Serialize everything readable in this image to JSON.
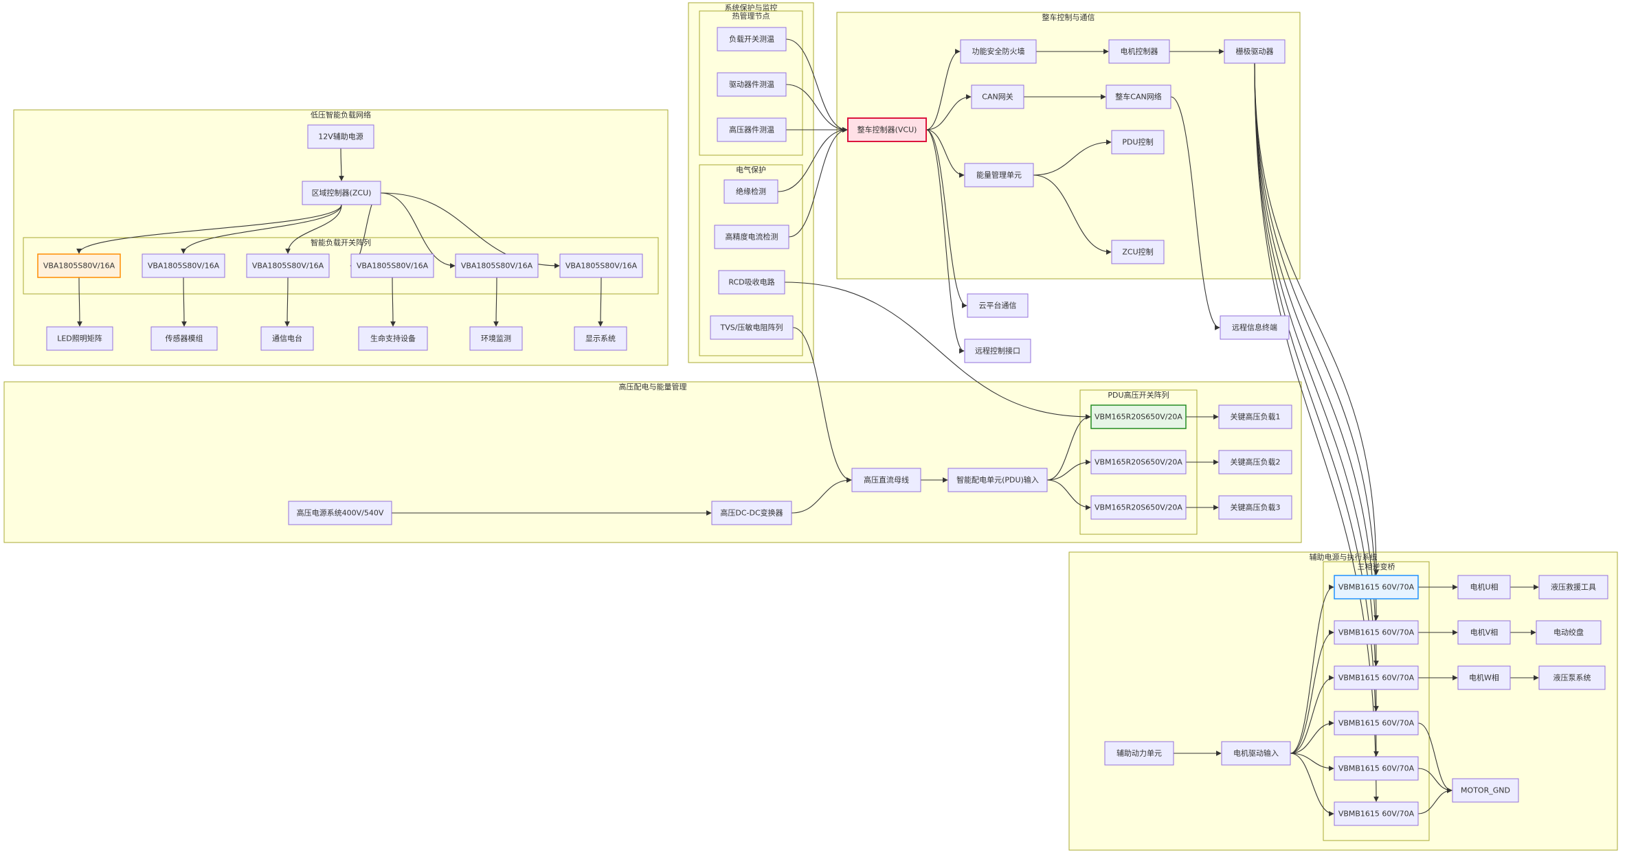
{
  "clusters": {
    "lv_network": "低压智能负载网络",
    "smart_switch_array": "智能负载开关阵列",
    "sys_protect": "系统保护与监控",
    "thermal": "热管理节点",
    "electrical": "电气保护",
    "vehicle_ctrl": "整车控制与通信",
    "hv_distribution": "高压配电与能量管理",
    "pdu_array": "PDU高压开关阵列",
    "aux_power": "辅助电源与执行系统",
    "three_phase": "三相逆变桥"
  },
  "nodes": {
    "aux12v": "12V辅助电源",
    "zcu": "区域控制器(ZCU)",
    "lvsw1": "VBA1805S80V/16A",
    "lvsw2": "VBA1805S80V/16A",
    "lvsw3": "VBA1805S80V/16A",
    "lvsw4": "VBA1805S80V/16A",
    "lvsw5": "VBA1805S80V/16A",
    "lvsw6": "VBA1805S80V/16A",
    "led": "LED照明矩阵",
    "sensor": "传感器模组",
    "radio": "通信电台",
    "life": "生命支持设备",
    "env": "环境监测",
    "display": "显示系统",
    "t_load": "负载开关测温",
    "t_drive": "驱动器件测温",
    "t_hv": "高压器件测温",
    "insul": "绝缘检测",
    "current": "高精度电流检测",
    "rcd": "RCD吸收电路",
    "tvs": "TVS/压敏电阻阵列",
    "vcu": "整车控制器(VCU)",
    "firewall": "功能安全防火墙",
    "motor_ctrl": "电机控制器",
    "gate_drv": "栅极驱动器",
    "can_gw": "CAN网关",
    "can_net": "整车CAN网络",
    "ems": "能量管理单元",
    "pdu_ctrl": "PDU控制",
    "zcu_ctrl": "ZCU控制",
    "cloud": "云平台通信",
    "remote": "远程控制接口",
    "telematics": "远程信息终端",
    "hv_bus": "高压直流母线",
    "pdu_in": "智能配电单元(PDU)输入",
    "hv_src": "高压电源系统400V/540V",
    "dcdc": "高压DC-DC变换器",
    "hvsw1": "VBM165R20S650V/20A",
    "hvsw2": "VBM165R20S650V/20A",
    "hvsw3": "VBM165R20S650V/20A",
    "hvload1": "关键高压负载1",
    "hvload2": "关键高压负载2",
    "hvload3": "关键高压负载3",
    "apu": "辅助动力单元",
    "motor_in": "电机驱动输入",
    "inv1": "VBMB1615 60V/70A",
    "inv2": "VBMB1615 60V/70A",
    "inv3": "VBMB1615 60V/70A",
    "inv4": "VBMB1615 60V/70A",
    "inv5": "VBMB1615 60V/70A",
    "inv6": "VBMB1615 60V/70A",
    "phase_u": "电机U相",
    "phase_v": "电机V相",
    "phase_w": "电机W相",
    "rescue": "液压救援工具",
    "winch": "电动绞盘",
    "pump": "液压泵系统",
    "gnd": "MOTOR_GND"
  },
  "highlight_colors": {
    "default_fill": "#ececff",
    "default_stroke": "#9370db",
    "vcu_fill": "#ffe0e6",
    "vcu_stroke": "#dc143c",
    "lv_switch_fill": "#fff1dc",
    "lv_switch_stroke": "#ff8c00",
    "hv_switch_fill": "#e6f5e6",
    "hv_switch_stroke": "#228b22",
    "inverter_fill": "#e6f3ff",
    "inverter_stroke": "#1e90ff",
    "cluster_fill": "#ffffde",
    "cluster_stroke": "#aaaa33"
  }
}
